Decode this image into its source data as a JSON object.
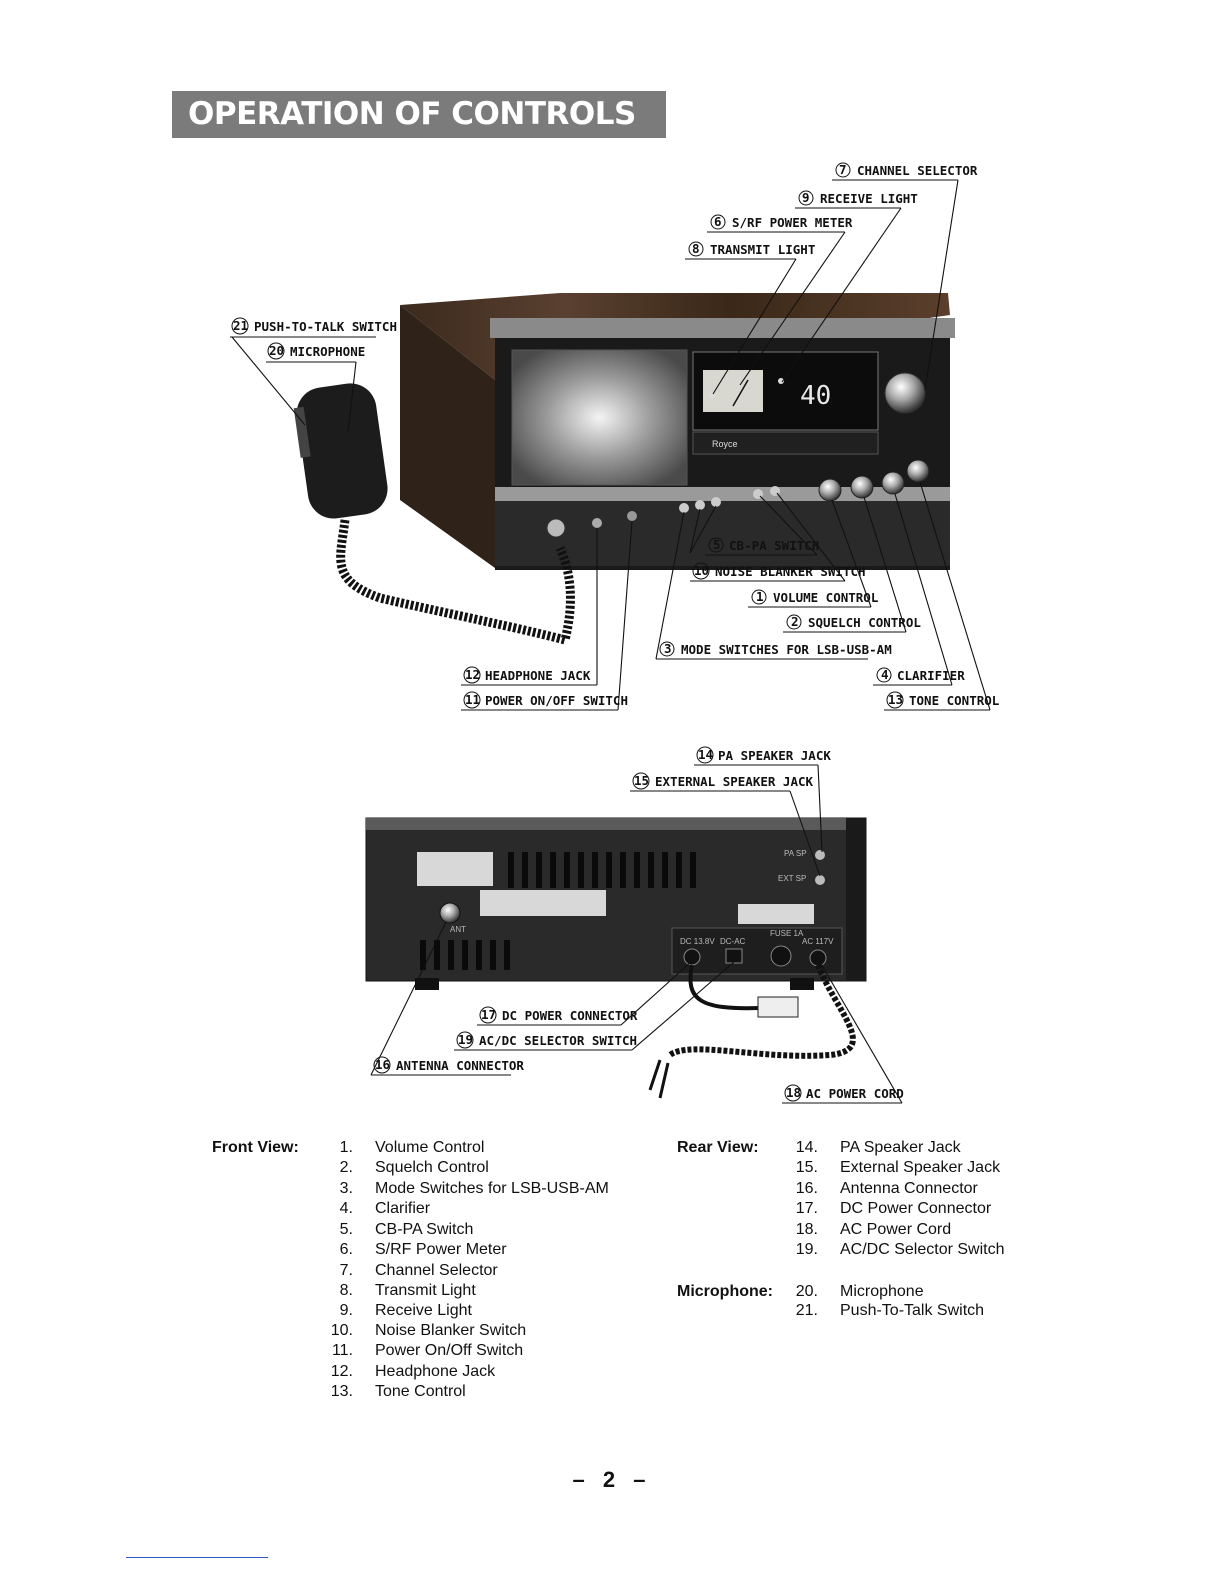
{
  "title": "OPERATION OF CONTROLS",
  "front_callouts": [
    {
      "num": "7",
      "label": "CHANNEL SELECTOR"
    },
    {
      "num": "9",
      "label": "RECEIVE LIGHT"
    },
    {
      "num": "6",
      "label": "S/RF POWER METER"
    },
    {
      "num": "8",
      "label": "TRANSMIT LIGHT"
    },
    {
      "num": "21",
      "label": "PUSH-TO-TALK SWITCH"
    },
    {
      "num": "20",
      "label": "MICROPHONE"
    },
    {
      "num": "5",
      "label": "CB-PA SWITCH"
    },
    {
      "num": "10",
      "label": "NOISE BLANKER SWITCH"
    },
    {
      "num": "1",
      "label": "VOLUME CONTROL"
    },
    {
      "num": "2",
      "label": "SQUELCH CONTROL"
    },
    {
      "num": "3",
      "label": "MODE SWITCHES FOR LSB-USB-AM"
    },
    {
      "num": "4",
      "label": "CLARIFIER"
    },
    {
      "num": "13",
      "label": "TONE CONTROL"
    },
    {
      "num": "12",
      "label": "HEADPHONE JACK"
    },
    {
      "num": "11",
      "label": "POWER ON/OFF SWITCH"
    }
  ],
  "rear_callouts": [
    {
      "num": "14",
      "label": "PA SPEAKER JACK"
    },
    {
      "num": "15",
      "label": "EXTERNAL SPEAKER JACK"
    },
    {
      "num": "17",
      "label": "DC POWER CONNECTOR"
    },
    {
      "num": "19",
      "label": "AC/DC SELECTOR SWITCH"
    },
    {
      "num": "16",
      "label": "ANTENNA CONNECTOR"
    },
    {
      "num": "18",
      "label": "AC POWER CORD"
    }
  ],
  "device": {
    "channel_display": "40",
    "brand": "Royce",
    "rear_labels": [
      "PA SP",
      "EXT SP",
      "ANT",
      "DC 13.8V",
      "DC-AC",
      "FUSE 1A",
      "AC 117V"
    ]
  },
  "legend": {
    "front": {
      "heading": "Front View:",
      "items": [
        {
          "n": "1.",
          "t": "Volume Control"
        },
        {
          "n": "2.",
          "t": "Squelch Control"
        },
        {
          "n": "3.",
          "t": "Mode Switches for LSB-USB-AM"
        },
        {
          "n": "4.",
          "t": "Clarifier"
        },
        {
          "n": "5.",
          "t": "CB-PA Switch"
        },
        {
          "n": "6.",
          "t": "S/RF Power Meter"
        },
        {
          "n": "7.",
          "t": "Channel Selector"
        },
        {
          "n": "8.",
          "t": "Transmit Light"
        },
        {
          "n": "9.",
          "t": "Receive Light"
        },
        {
          "n": "10.",
          "t": "Noise Blanker Switch"
        },
        {
          "n": "11.",
          "t": "Power On/Off Switch"
        },
        {
          "n": "12.",
          "t": "Headphone Jack"
        },
        {
          "n": "13.",
          "t": "Tone Control"
        }
      ]
    },
    "rear": {
      "heading": "Rear View:",
      "items": [
        {
          "n": "14.",
          "t": "PA Speaker Jack"
        },
        {
          "n": "15.",
          "t": "External Speaker Jack"
        },
        {
          "n": "16.",
          "t": "Antenna Connector"
        },
        {
          "n": "17.",
          "t": "DC Power Connector"
        },
        {
          "n": "18.",
          "t": "AC Power Cord"
        },
        {
          "n": "19.",
          "t": "AC/DC Selector Switch"
        }
      ]
    },
    "mic": {
      "heading": "Microphone:",
      "items": [
        {
          "n": "20.",
          "t": "Microphone"
        },
        {
          "n": "21.",
          "t": "Push-To-Talk Switch"
        }
      ]
    }
  },
  "page_number": "– 2 –"
}
